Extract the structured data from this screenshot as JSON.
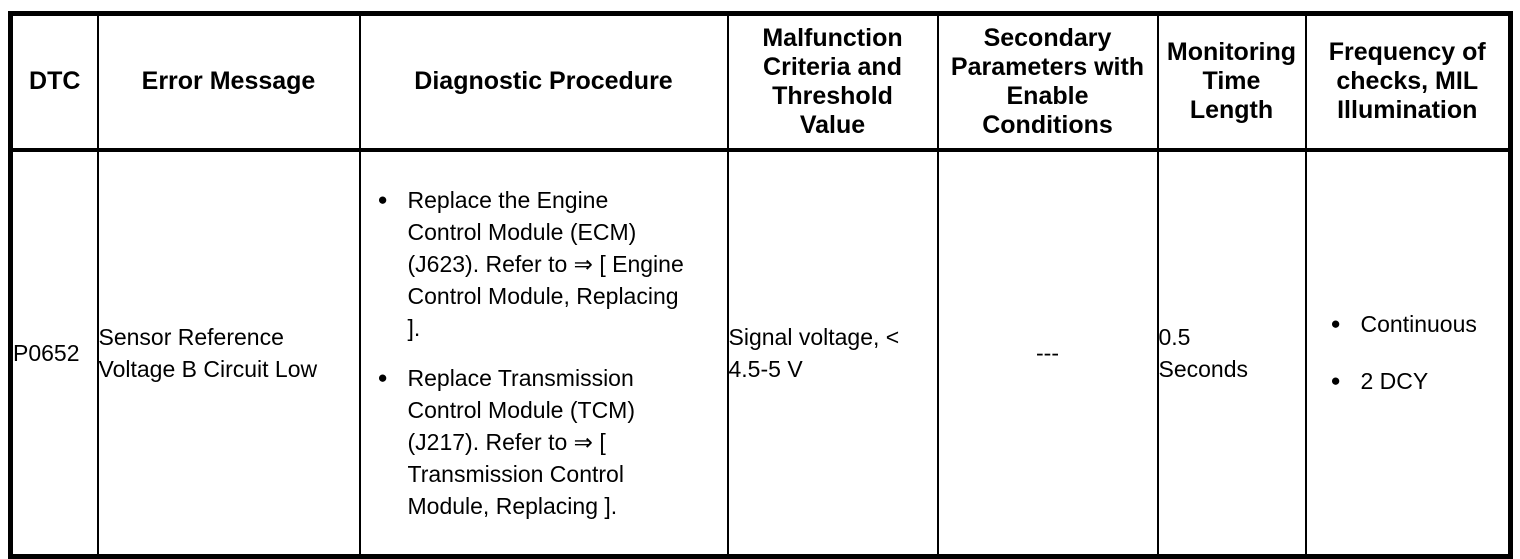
{
  "page": {
    "background_color": "#ffffff",
    "border_color": "#000000",
    "text_color": "#000000"
  },
  "table": {
    "bullet_glyph": "●",
    "headers": {
      "dtc": "DTC",
      "error_message": "Error Message",
      "diagnostic_procedure": "Diagnostic Procedure",
      "malfunction_criteria": "Malfunction\nCriteria and\nThreshold\nValue",
      "secondary_parameters": "Secondary\nParameters with\nEnable\nConditions",
      "monitoring_time": "Monitoring\nTime\nLength",
      "frequency_mil": "Frequency of\nchecks, MIL\nIllumination"
    },
    "row": {
      "dtc": "P0652",
      "error_message": "Sensor Reference\nVoltage B Circuit Low",
      "diagnostic_procedure": [
        "Replace the Engine\nControl Module (ECM)\n(J623). Refer to ⇒ [ Engine\nControl Module, Replacing\n].",
        "Replace Transmission\nControl Module (TCM)\n(J217). Refer to ⇒ [\nTransmission Control\nModule, Replacing ]."
      ],
      "malfunction_criteria": "Signal voltage, <\n4.5-5 V",
      "secondary_parameters": "---",
      "monitoring_time": "0.5\nSeconds",
      "frequency_mil": [
        "Continuous",
        "2 DCY"
      ]
    }
  }
}
